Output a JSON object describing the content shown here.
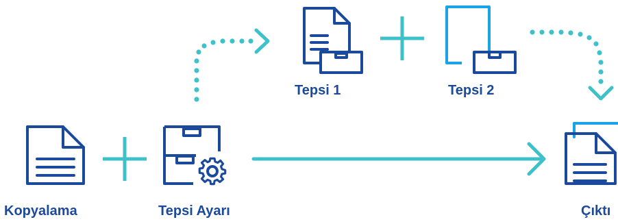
{
  "labels": {
    "copy": "Kopyalama",
    "tray_setting": "Tepsi Ayarı",
    "tray1": "Tepsi 1",
    "tray2": "Tepsi 2",
    "output": "Çıktı"
  },
  "colors": {
    "navy": "#1b4a9c",
    "sky": "#1aa3e6",
    "teal": "#3fc1c9"
  },
  "icons": [
    "document-icon",
    "tray-gear-icon",
    "document-tray-icon",
    "blank-sheet-tray-icon",
    "output-document-icon"
  ]
}
